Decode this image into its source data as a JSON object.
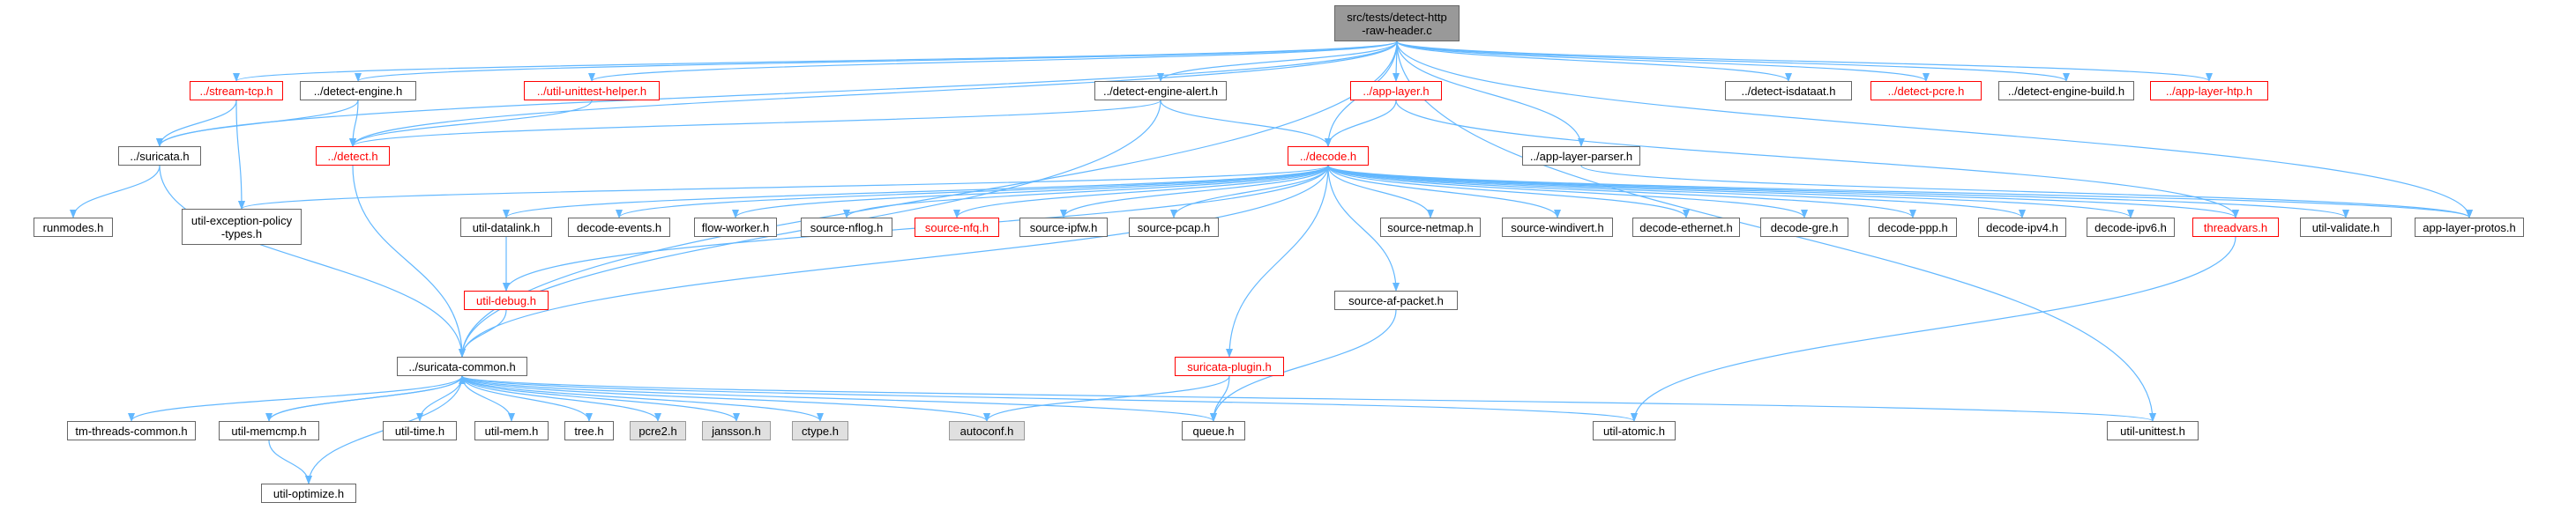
{
  "nodes": {
    "root": "src/tests/detect-http\n-raw-header.c",
    "stream_tcp": "../stream-tcp.h",
    "detect_engine": "../detect-engine.h",
    "util_unittest_helper": "../util-unittest-helper.h",
    "detect_engine_alert": "../detect-engine-alert.h",
    "app_layer": "../app-layer.h",
    "detect_isdataat": "../detect-isdataat.h",
    "detect_pcre": "../detect-pcre.h",
    "detect_engine_build": "../detect-engine-build.h",
    "app_layer_htp": "../app-layer-htp.h",
    "suricata": "../suricata.h",
    "detect": "../detect.h",
    "decode": "../decode.h",
    "app_layer_parser": "../app-layer-parser.h",
    "runmodes": "runmodes.h",
    "util_exception_policy_types": "util-exception-policy\n-types.h",
    "util_datalink": "util-datalink.h",
    "decode_events": "decode-events.h",
    "flow_worker": "flow-worker.h",
    "source_nflog": "source-nflog.h",
    "source_nfq": "source-nfq.h",
    "source_ipfw": "source-ipfw.h",
    "source_pcap": "source-pcap.h",
    "source_netmap": "source-netmap.h",
    "source_windivert": "source-windivert.h",
    "decode_ethernet": "decode-ethernet.h",
    "decode_gre": "decode-gre.h",
    "decode_ppp": "decode-ppp.h",
    "decode_ipv4": "decode-ipv4.h",
    "decode_ipv6": "decode-ipv6.h",
    "threadvars": "threadvars.h",
    "util_validate": "util-validate.h",
    "app_layer_protos": "app-layer-protos.h",
    "util_debug": "util-debug.h",
    "source_af_packet": "source-af-packet.h",
    "suricata_common": "../suricata-common.h",
    "suricata_plugin": "suricata-plugin.h",
    "tm_threads_common": "tm-threads-common.h",
    "util_memcmp": "util-memcmp.h",
    "util_time": "util-time.h",
    "util_mem": "util-mem.h",
    "tree": "tree.h",
    "pcre2": "pcre2.h",
    "jansson": "jansson.h",
    "ctype": "ctype.h",
    "autoconf": "autoconf.h",
    "queue": "queue.h",
    "util_atomic": "util-atomic.h",
    "util_unittest": "util-unittest.h",
    "util_optimize": "util-optimize.h"
  },
  "colors": {
    "edge": "#63b8ff",
    "node_border": "#666666",
    "node_border_missing": "#ff0000",
    "node_text_missing": "#ff0000",
    "focus_fill": "#999999",
    "system_fill": "#e0e0e0"
  }
}
